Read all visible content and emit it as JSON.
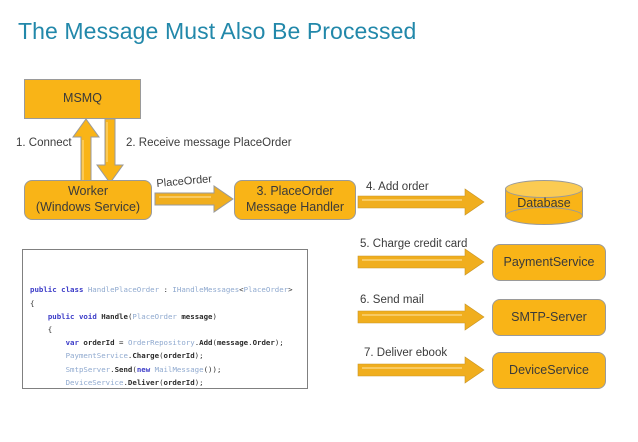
{
  "slide": {
    "title": "The Message Must Also Be Processed",
    "title_color": "#2288AA",
    "accent_color": "#F9B417",
    "shape_border_color": "#9A9A9A",
    "cylinder_top_color": "#FBCB52"
  },
  "nodes": {
    "msmq": {
      "label": "MSMQ"
    },
    "worker": {
      "line1": "Worker",
      "line2": "(Windows Service)"
    },
    "handler": {
      "line1": "3. PlaceOrder",
      "line2": "Message Handler"
    },
    "database": {
      "label": "Database"
    },
    "payment_service": {
      "label": "PaymentService"
    },
    "smtp_server": {
      "label": "SMTP-Server"
    },
    "device_service": {
      "label": "DeviceService"
    }
  },
  "edges": {
    "connect": "1. Connect",
    "receive": "2. Receive message PlaceOrder",
    "place_order": "PlaceOrder",
    "add_order": "4. Add order",
    "charge_credit_card": "5. Charge credit card",
    "send_mail": "6. Send mail",
    "deliver_ebook": "7. Deliver ebook"
  },
  "code": {
    "lines": [
      [
        {
          "t": "public",
          "c": "kw"
        },
        {
          "t": " ",
          "c": "pln"
        },
        {
          "t": "class",
          "c": "kw"
        },
        {
          "t": " ",
          "c": "pln"
        },
        {
          "t": "HandlePlaceOrder",
          "c": "typ"
        },
        {
          "t": " : ",
          "c": "pln"
        },
        {
          "t": "IHandleMessages",
          "c": "typ"
        },
        {
          "t": "<",
          "c": "pln"
        },
        {
          "t": "PlaceOrder",
          "c": "typ"
        },
        {
          "t": ">",
          "c": "pln"
        }
      ],
      [
        {
          "t": "{",
          "c": "pln"
        }
      ],
      [
        {
          "t": "    ",
          "c": "pln"
        },
        {
          "t": "public",
          "c": "kw"
        },
        {
          "t": " ",
          "c": "pln"
        },
        {
          "t": "void",
          "c": "kw"
        },
        {
          "t": " ",
          "c": "pln"
        },
        {
          "t": "Handle",
          "c": "id"
        },
        {
          "t": "(",
          "c": "pln"
        },
        {
          "t": "PlaceOrder",
          "c": "typ"
        },
        {
          "t": " ",
          "c": "pln"
        },
        {
          "t": "message",
          "c": "id"
        },
        {
          "t": ")",
          "c": "pln"
        }
      ],
      [
        {
          "t": "    {",
          "c": "pln"
        }
      ],
      [
        {
          "t": "        ",
          "c": "pln"
        },
        {
          "t": "var",
          "c": "kw"
        },
        {
          "t": " ",
          "c": "pln"
        },
        {
          "t": "orderId",
          "c": "id"
        },
        {
          "t": " = ",
          "c": "pln"
        },
        {
          "t": "OrderRepository",
          "c": "typ"
        },
        {
          "t": ".",
          "c": "pln"
        },
        {
          "t": "Add",
          "c": "id"
        },
        {
          "t": "(",
          "c": "pln"
        },
        {
          "t": "message",
          "c": "id"
        },
        {
          "t": ".",
          "c": "pln"
        },
        {
          "t": "Order",
          "c": "id"
        },
        {
          "t": ");",
          "c": "pln"
        }
      ],
      [
        {
          "t": "        ",
          "c": "pln"
        },
        {
          "t": "PaymentService",
          "c": "typ"
        },
        {
          "t": ".",
          "c": "pln"
        },
        {
          "t": "Charge",
          "c": "id"
        },
        {
          "t": "(",
          "c": "pln"
        },
        {
          "t": "orderId",
          "c": "id"
        },
        {
          "t": ");",
          "c": "pln"
        }
      ],
      [
        {
          "t": "        ",
          "c": "pln"
        },
        {
          "t": "SmtpServer",
          "c": "typ"
        },
        {
          "t": ".",
          "c": "pln"
        },
        {
          "t": "Send",
          "c": "id"
        },
        {
          "t": "(",
          "c": "pln"
        },
        {
          "t": "new",
          "c": "kw"
        },
        {
          "t": " ",
          "c": "pln"
        },
        {
          "t": "MailMessage",
          "c": "typ"
        },
        {
          "t": "());",
          "c": "pln"
        }
      ],
      [
        {
          "t": "        ",
          "c": "pln"
        },
        {
          "t": "DeviceService",
          "c": "typ"
        },
        {
          "t": ".",
          "c": "pln"
        },
        {
          "t": "Deliver",
          "c": "id"
        },
        {
          "t": "(",
          "c": "pln"
        },
        {
          "t": "orderId",
          "c": "id"
        },
        {
          "t": ");",
          "c": "pln"
        }
      ],
      [
        {
          "t": "    }",
          "c": "pln"
        }
      ],
      [
        {
          "t": "}",
          "c": "pln"
        }
      ]
    ]
  }
}
